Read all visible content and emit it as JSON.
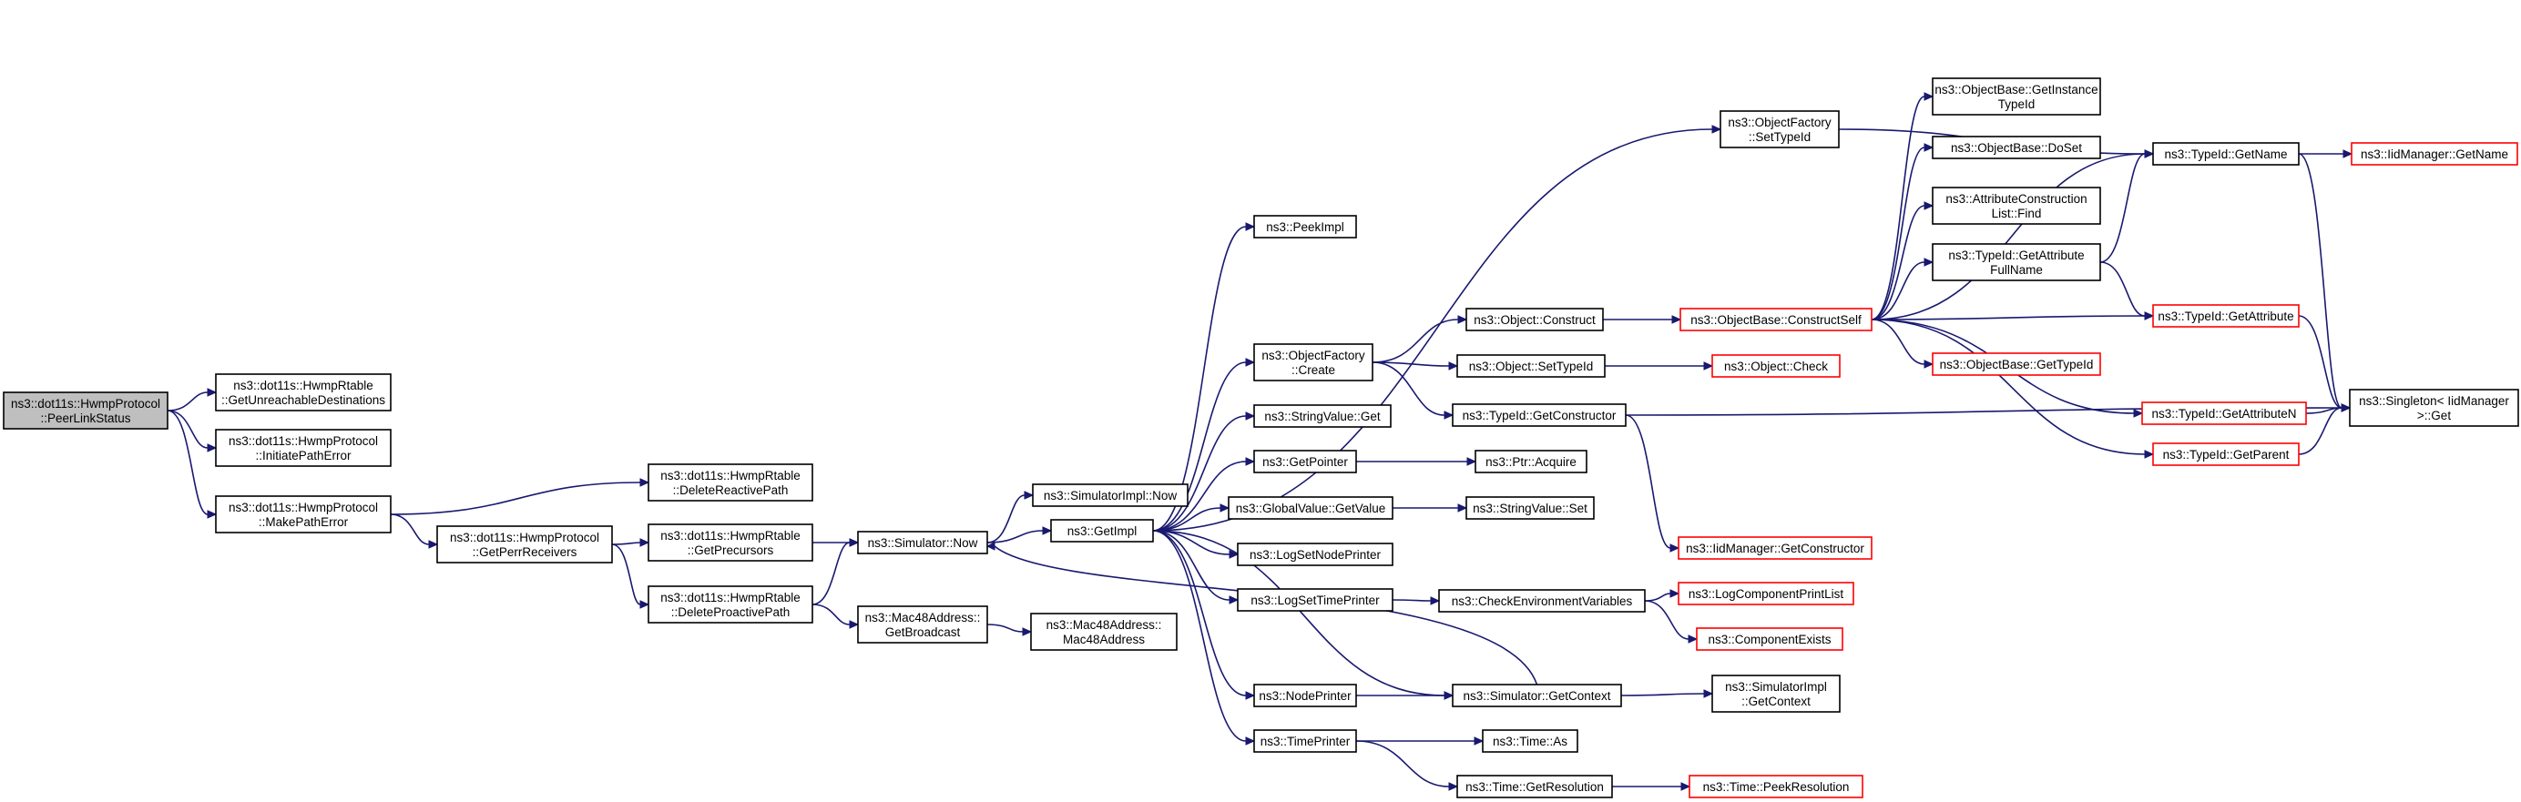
{
  "colors": {
    "edge": "#191970",
    "root_fill": "#bfbfbf",
    "normal_border": "#000000",
    "external_border": "#ff0000",
    "fill": "#ffffff"
  },
  "nodes": [
    {
      "id": "peerlinkstatus",
      "lines": [
        "ns3::dot11s::HwmpProtocol",
        "::PeerLinkStatus"
      ],
      "style": "root"
    },
    {
      "id": "getunreachable",
      "lines": [
        "ns3::dot11s::HwmpRtable",
        "::GetUnreachableDestinations"
      ],
      "style": "normal"
    },
    {
      "id": "initiatepatherror",
      "lines": [
        "ns3::dot11s::HwmpProtocol",
        "::InitiatePathError"
      ],
      "style": "normal"
    },
    {
      "id": "makepatherror",
      "lines": [
        "ns3::dot11s::HwmpProtocol",
        "::MakePathError"
      ],
      "style": "normal"
    },
    {
      "id": "getperrreceivers",
      "lines": [
        "ns3::dot11s::HwmpProtocol",
        "::GetPerrReceivers"
      ],
      "style": "normal"
    },
    {
      "id": "deletereactivepath",
      "lines": [
        "ns3::dot11s::HwmpRtable",
        "::DeleteReactivePath"
      ],
      "style": "normal"
    },
    {
      "id": "getprecursors",
      "lines": [
        "ns3::dot11s::HwmpRtable",
        "::GetPrecursors"
      ],
      "style": "normal"
    },
    {
      "id": "deleteproactivepath",
      "lines": [
        "ns3::dot11s::HwmpRtable",
        "::DeleteProactivePath"
      ],
      "style": "normal"
    },
    {
      "id": "simulatornow",
      "lines": [
        "ns3::Simulator::Now"
      ],
      "style": "normal"
    },
    {
      "id": "getbroadcast",
      "lines": [
        "ns3::Mac48Address::",
        "GetBroadcast"
      ],
      "style": "normal"
    },
    {
      "id": "mac48address",
      "lines": [
        "ns3::Mac48Address::",
        "Mac48Address"
      ],
      "style": "normal"
    },
    {
      "id": "simimplnow",
      "lines": [
        "ns3::SimulatorImpl::Now"
      ],
      "style": "normal"
    },
    {
      "id": "getimpl",
      "lines": [
        "ns3::GetImpl"
      ],
      "style": "normal"
    },
    {
      "id": "peekimpl",
      "lines": [
        "ns3::PeekImpl"
      ],
      "style": "normal"
    },
    {
      "id": "ofcreate",
      "lines": [
        "ns3::ObjectFactory",
        "::Create"
      ],
      "style": "normal"
    },
    {
      "id": "stringvalueget",
      "lines": [
        "ns3::StringValue::Get"
      ],
      "style": "normal"
    },
    {
      "id": "getpointer",
      "lines": [
        "ns3::GetPointer"
      ],
      "style": "normal"
    },
    {
      "id": "globalvalue",
      "lines": [
        "ns3::GlobalValue::GetValue"
      ],
      "style": "normal"
    },
    {
      "id": "logsetnode",
      "lines": [
        "ns3::LogSetNodePrinter"
      ],
      "style": "normal"
    },
    {
      "id": "logsettime",
      "lines": [
        "ns3::LogSetTimePrinter"
      ],
      "style": "normal"
    },
    {
      "id": "nodeprinter",
      "lines": [
        "ns3::NodePrinter"
      ],
      "style": "normal"
    },
    {
      "id": "timeprinter",
      "lines": [
        "ns3::TimePrinter"
      ],
      "style": "normal"
    },
    {
      "id": "ofsettypeid",
      "lines": [
        "ns3::ObjectFactory",
        "::SetTypeId"
      ],
      "style": "normal"
    },
    {
      "id": "objconstruct",
      "lines": [
        "ns3::Object::Construct"
      ],
      "style": "normal"
    },
    {
      "id": "objsettypeid",
      "lines": [
        "ns3::Object::SetTypeId"
      ],
      "style": "normal"
    },
    {
      "id": "getconstructor",
      "lines": [
        "ns3::TypeId::GetConstructor"
      ],
      "style": "normal"
    },
    {
      "id": "ptracquire",
      "lines": [
        "ns3::Ptr::Acquire"
      ],
      "style": "normal"
    },
    {
      "id": "stringvalueset",
      "lines": [
        "ns3::StringValue::Set"
      ],
      "style": "normal"
    },
    {
      "id": "checkenv",
      "lines": [
        "ns3::CheckEnvironmentVariables"
      ],
      "style": "normal"
    },
    {
      "id": "simgetcontext",
      "lines": [
        "ns3::Simulator::GetContext"
      ],
      "style": "normal"
    },
    {
      "id": "timeas",
      "lines": [
        "ns3::Time::As"
      ],
      "style": "normal"
    },
    {
      "id": "timegetres",
      "lines": [
        "ns3::Time::GetResolution"
      ],
      "style": "normal"
    },
    {
      "id": "constructself",
      "lines": [
        "ns3::ObjectBase::ConstructSelf"
      ],
      "style": "external"
    },
    {
      "id": "objcheck",
      "lines": [
        "ns3::Object::Check"
      ],
      "style": "external"
    },
    {
      "id": "iidgetconstructor",
      "lines": [
        "ns3::IidManager::GetConstructor"
      ],
      "style": "external"
    },
    {
      "id": "logcompprintlist",
      "lines": [
        "ns3::LogComponentPrintList"
      ],
      "style": "external"
    },
    {
      "id": "componentexists",
      "lines": [
        "ns3::ComponentExists"
      ],
      "style": "external"
    },
    {
      "id": "simimplgetcontext",
      "lines": [
        "ns3::SimulatorImpl",
        "::GetContext"
      ],
      "style": "normal"
    },
    {
      "id": "timepeekres",
      "lines": [
        "ns3::Time::PeekResolution"
      ],
      "style": "external"
    },
    {
      "id": "getinstancetypeid",
      "lines": [
        "ns3::ObjectBase::GetInstance",
        "TypeId"
      ],
      "style": "normal"
    },
    {
      "id": "objbasedoset",
      "lines": [
        "ns3::ObjectBase::DoSet"
      ],
      "style": "normal"
    },
    {
      "id": "attrconstructionfind",
      "lines": [
        "ns3::AttributeConstruction",
        "List::Find"
      ],
      "style": "normal"
    },
    {
      "id": "getattrfullname",
      "lines": [
        "ns3::TypeId::GetAttribute",
        "FullName"
      ],
      "style": "normal"
    },
    {
      "id": "objbasegettypeid",
      "lines": [
        "ns3::ObjectBase::GetTypeId"
      ],
      "style": "external"
    },
    {
      "id": "typeidgetname",
      "lines": [
        "ns3::TypeId::GetName"
      ],
      "style": "normal"
    },
    {
      "id": "typeidgetattribute",
      "lines": [
        "ns3::TypeId::GetAttribute"
      ],
      "style": "external"
    },
    {
      "id": "typeidgetattributen",
      "lines": [
        "ns3::TypeId::GetAttributeN"
      ],
      "style": "external"
    },
    {
      "id": "typeidgetparent",
      "lines": [
        "ns3::TypeId::GetParent"
      ],
      "style": "external"
    },
    {
      "id": "iidgetname",
      "lines": [
        "ns3::IidManager::GetName"
      ],
      "style": "external"
    },
    {
      "id": "singletonget",
      "lines": [
        "ns3::Singleton< IidManager",
        " >::Get"
      ],
      "style": "normal"
    }
  ],
  "edges": [
    [
      "peerlinkstatus",
      "getunreachable"
    ],
    [
      "peerlinkstatus",
      "initiatepatherror"
    ],
    [
      "peerlinkstatus",
      "makepatherror"
    ],
    [
      "makepatherror",
      "deletereactivepath"
    ],
    [
      "makepatherror",
      "getperrreceivers"
    ],
    [
      "getperrreceivers",
      "getprecursors"
    ],
    [
      "getperrreceivers",
      "deleteproactivepath"
    ],
    [
      "getprecursors",
      "simulatornow"
    ],
    [
      "deleteproactivepath",
      "simulatornow"
    ],
    [
      "deleteproactivepath",
      "getbroadcast"
    ],
    [
      "getbroadcast",
      "mac48address"
    ],
    [
      "simulatornow",
      "simimplnow"
    ],
    [
      "simulatornow",
      "getimpl"
    ],
    [
      "getimpl",
      "peekimpl"
    ],
    [
      "getimpl",
      "ofsettypeid"
    ],
    [
      "getimpl",
      "ofcreate"
    ],
    [
      "getimpl",
      "stringvalueget"
    ],
    [
      "getimpl",
      "getpointer"
    ],
    [
      "getimpl",
      "globalvalue"
    ],
    [
      "getimpl",
      "logsetnode"
    ],
    [
      "getimpl",
      "logsettime"
    ],
    [
      "getimpl",
      "nodeprinter"
    ],
    [
      "getimpl",
      "timeprinter"
    ],
    [
      "getimpl",
      "simgetcontext"
    ],
    [
      "ofcreate",
      "objconstruct"
    ],
    [
      "ofcreate",
      "objsettypeid"
    ],
    [
      "ofcreate",
      "getconstructor"
    ],
    [
      "getpointer",
      "ptracquire"
    ],
    [
      "globalvalue",
      "stringvalueset"
    ],
    [
      "logsettime",
      "checkenv"
    ],
    [
      "nodeprinter",
      "simgetcontext"
    ],
    [
      "timeprinter",
      "timeas"
    ],
    [
      "timeprinter",
      "timegetres"
    ],
    [
      "simgetcontext",
      "simimplgetcontext"
    ],
    [
      "simgetcontext",
      "simulatornow"
    ],
    [
      "timegetres",
      "timepeekres"
    ],
    [
      "checkenv",
      "logcompprintlist"
    ],
    [
      "checkenv",
      "componentexists"
    ],
    [
      "objconstruct",
      "constructself"
    ],
    [
      "objsettypeid",
      "objcheck"
    ],
    [
      "getconstructor",
      "iidgetconstructor"
    ],
    [
      "getconstructor",
      "singletonget"
    ],
    [
      "ofsettypeid",
      "typeidgetname"
    ],
    [
      "constructself",
      "getinstancetypeid"
    ],
    [
      "constructself",
      "objbasedoset"
    ],
    [
      "constructself",
      "attrconstructionfind"
    ],
    [
      "constructself",
      "getattrfullname"
    ],
    [
      "constructself",
      "typeidgetattribute"
    ],
    [
      "constructself",
      "objbasegettypeid"
    ],
    [
      "constructself",
      "typeidgetattributen"
    ],
    [
      "constructself",
      "typeidgetparent"
    ],
    [
      "constructself",
      "typeidgetname"
    ],
    [
      "getattrfullname",
      "typeidgetname"
    ],
    [
      "getattrfullname",
      "typeidgetattribute"
    ],
    [
      "typeidgetname",
      "iidgetname"
    ],
    [
      "typeidgetname",
      "singletonget"
    ],
    [
      "typeidgetattribute",
      "singletonget"
    ],
    [
      "typeidgetattributen",
      "singletonget"
    ],
    [
      "typeidgetparent",
      "singletonget"
    ]
  ]
}
